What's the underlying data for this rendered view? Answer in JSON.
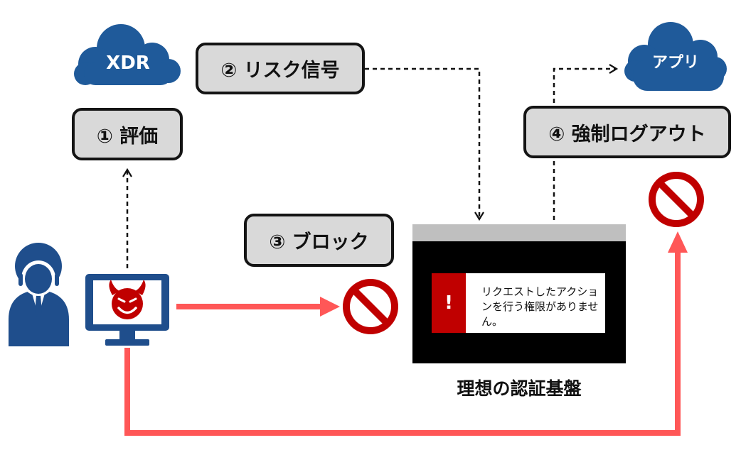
{
  "clouds": {
    "xdr": {
      "label": "XDR"
    },
    "app": {
      "label": "アプリ"
    }
  },
  "steps": {
    "evaluate": "① 評価",
    "risk_signal": "② リスク信号",
    "block": "③ ブロック",
    "force_logout": "④ 強制ログアウト"
  },
  "auth_platform": {
    "label": "理想の認証基盤",
    "alert_mark": "!",
    "alert_message": "リクエストしたアクションを行う権限がありません。"
  },
  "colors": {
    "cloud_blue": "#1f5a9a",
    "icon_navy": "#1f4e8c",
    "threat_red": "#c00000",
    "flow_red": "#ff5757",
    "step_fill": "#d9d9d9"
  },
  "icons": [
    "user-icon",
    "monitor-icon",
    "devil-icon",
    "prohibited-icon",
    "cloud-icon"
  ]
}
